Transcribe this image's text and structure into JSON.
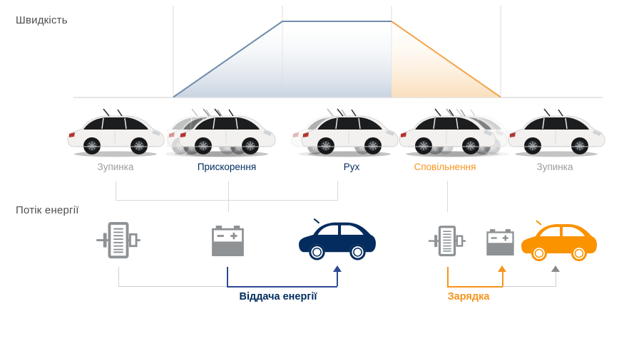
{
  "colors": {
    "navy": "#002c5f",
    "navy_line": "#2c4a93",
    "navy_car": "#052c5e",
    "orange": "#f7941d",
    "orange_car": "#fb9200",
    "gray_text": "#9b9b9b",
    "title_text": "#4e4e4e",
    "icon_gray": "#8e9295",
    "grid_line": "#dcdcdc",
    "baseline": "#e6e6e6",
    "light_line": "#d9d9d9",
    "bracket_gray": "#cfcfcf",
    "arrow_gray": "#8a8a8a",
    "graph_blue_line": "#6e8cab",
    "graph_orange_line": "#f3a54a",
    "graph_blue_fill": "#c9d4e1",
    "graph_orange_fill": "#fadfbc"
  },
  "speed_section": {
    "title": "Швидкість"
  },
  "flow_section": {
    "title": "Потік енергії"
  },
  "phases": [
    {
      "label": "Зупинка",
      "state": "stop",
      "color_role": "gray"
    },
    {
      "label": "Прискорення",
      "state": "acceleration",
      "color_role": "navy"
    },
    {
      "label": "Рух",
      "state": "cruise",
      "color_role": "navy"
    },
    {
      "label": "Сповільнення",
      "state": "deceleration",
      "color_role": "orange"
    },
    {
      "label": "Зупинка",
      "state": "stop",
      "color_role": "gray"
    }
  ],
  "energy_flow": {
    "discharge": {
      "label": "Віддача енергії",
      "icons": [
        "electric-motor",
        "battery",
        "car"
      ],
      "color_role": "navy"
    },
    "charge": {
      "label": "Зарядка",
      "icons": [
        "electric-motor",
        "battery",
        "car"
      ],
      "color_role": "orange"
    }
  },
  "chart_data": {
    "type": "area",
    "title": "Швидкість",
    "x_phases": [
      "Зупинка",
      "Прискорення",
      "Рух",
      "Сповільнення",
      "Зупинка"
    ],
    "profile": [
      {
        "u": 0,
        "v": 0
      },
      {
        "u": 1,
        "v": 0
      },
      {
        "u": 2,
        "v": 1
      },
      {
        "u": 3,
        "v": 1
      },
      {
        "u": 4,
        "v": 0
      },
      {
        "u": 5,
        "v": 0
      }
    ],
    "segments": [
      {
        "name": "acceleration-cruise",
        "color_role": "blue",
        "u_range": [
          1,
          3
        ]
      },
      {
        "name": "deceleration",
        "color_role": "orange",
        "u_range": [
          3,
          4
        ]
      }
    ],
    "gridlines_u": [
      1,
      2,
      3,
      4
    ],
    "ylabel": "Швидкість",
    "xlabel": "",
    "ylim": [
      0,
      1
    ],
    "grid": true,
    "legend": false
  }
}
